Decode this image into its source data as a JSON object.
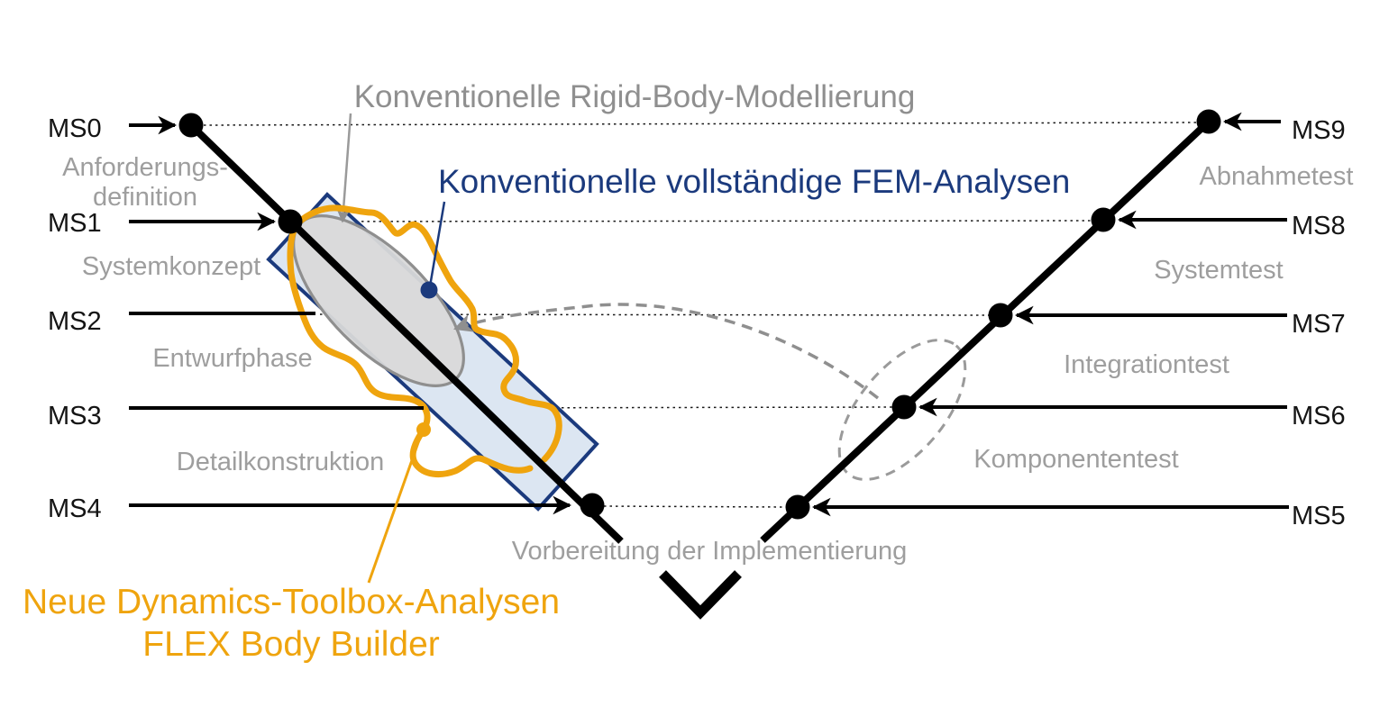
{
  "diagram": {
    "type": "v-model-process-diagram",
    "language": "de",
    "annotations": {
      "rigid_body_label": "Konventionelle Rigid-Body-Modellierung",
      "fem_label": "Konventionelle vollständige FEM-Analysen",
      "toolbox_label_line1": "Neue Dynamics-Toolbox-Analysen",
      "toolbox_label_line2": "FLEX Body Builder"
    },
    "milestones": {
      "ms0": "MS0",
      "ms1": "MS1",
      "ms2": "MS2",
      "ms3": "MS3",
      "ms4": "MS4",
      "ms5": "MS5",
      "ms6": "MS6",
      "ms7": "MS7",
      "ms8": "MS8",
      "ms9": "MS9"
    },
    "phases": {
      "requirements_line1": "Anforderungs-",
      "requirements_line2": "definition",
      "system_concept": "Systemkonzept",
      "design_phase": "Entwurfphase",
      "detail_design": "Detailkonstruktion",
      "implementation_prep": "Vorbereitung der Implementierung",
      "component_test": "Komponententest",
      "integration_test": "Integrationtest",
      "system_test": "Systemtest",
      "acceptance_test": "Abnahmetest"
    },
    "colors": {
      "milestone_black": "#000000",
      "phase_gray": "#9e9e9e",
      "rigid_body_gray": "#8f8f8f",
      "fem_navy": "#1b3a7d",
      "toolbox_orange": "#efa40e",
      "rect_fill_blue": "#dce6f2",
      "ellipse_fill_gray": "#d9d9d9",
      "dashed_gray": "#8f8f8f"
    }
  }
}
